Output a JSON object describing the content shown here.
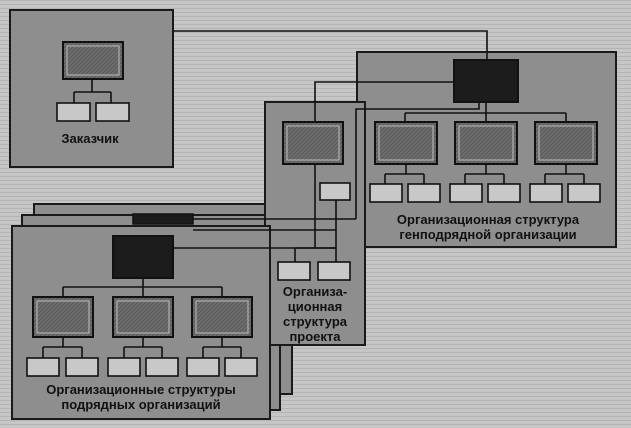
{
  "diagram": {
    "customer_label": "Заказчик",
    "general_contractor_label_line1": "Организационная структура",
    "general_contractor_label_line2": "генподрядной организации",
    "project_label_line1": "Организа-",
    "project_label_line2": "ционная",
    "project_label_line3": "структура",
    "project_label_line4": "проекта",
    "contractors_label_line1": "Организационные структуры",
    "contractors_label_line2": "подрядных организаций"
  },
  "colors": {
    "panel": "#8e8e8e",
    "panel_edge": "#1a1a1a",
    "box_gray": "#6e6e6e",
    "box_light": "#c8c8c8",
    "box_dark": "#1c1c1c",
    "line": "#111111"
  }
}
